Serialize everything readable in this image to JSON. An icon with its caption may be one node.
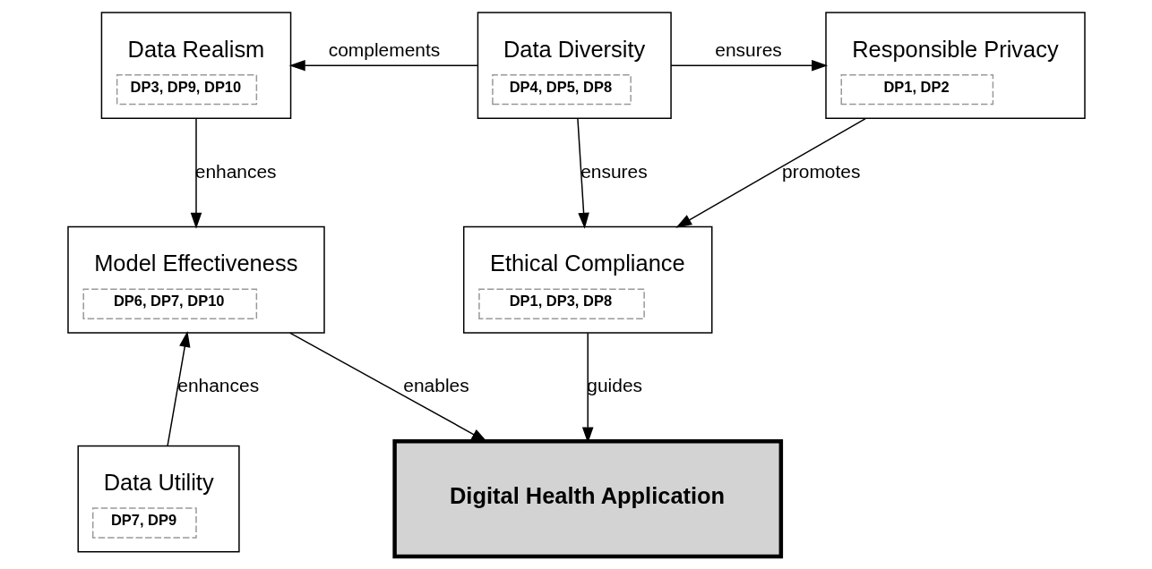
{
  "diagram": {
    "nodes": [
      {
        "text": [
          "Data Realism",
          "DP3, DP9, DP10"
        ]
      },
      {
        "text": [
          "Data Diversity",
          "DP4, DP5, DP8"
        ]
      },
      {
        "text": [
          "Responsible Privacy",
          "DP1, DP2"
        ]
      },
      {
        "text": [
          "Model Effectiveness",
          "DP6, DP7, DP10"
        ]
      },
      {
        "text": [
          "Ethical Compliance",
          "DP1, DP3, DP8"
        ]
      },
      {
        "text": [
          "Data Utility",
          "DP7, DP9"
        ]
      },
      {
        "text": [
          "Digital Health Application"
        ]
      }
    ],
    "edges": [
      {
        "from": 1,
        "to": 0,
        "arrow": "to",
        "label": "complements"
      },
      {
        "from": 1,
        "to": 2,
        "arrow": "to",
        "label": "ensures"
      },
      {
        "from": 0,
        "to": 3,
        "arrow": "to",
        "label": "enhances"
      },
      {
        "from": 2,
        "to": 4,
        "arrow": "to",
        "label": "promotes"
      },
      {
        "from": 1,
        "to": 4,
        "arrow": "to",
        "label": "ensures"
      },
      {
        "from": 5,
        "to": 3,
        "arrow": "to",
        "label": "enhances"
      },
      {
        "from": 3,
        "to": 6,
        "arrow": "to",
        "label": "enables"
      },
      {
        "from": 4,
        "to": 6,
        "arrow": "to",
        "label": "guides"
      }
    ]
  }
}
